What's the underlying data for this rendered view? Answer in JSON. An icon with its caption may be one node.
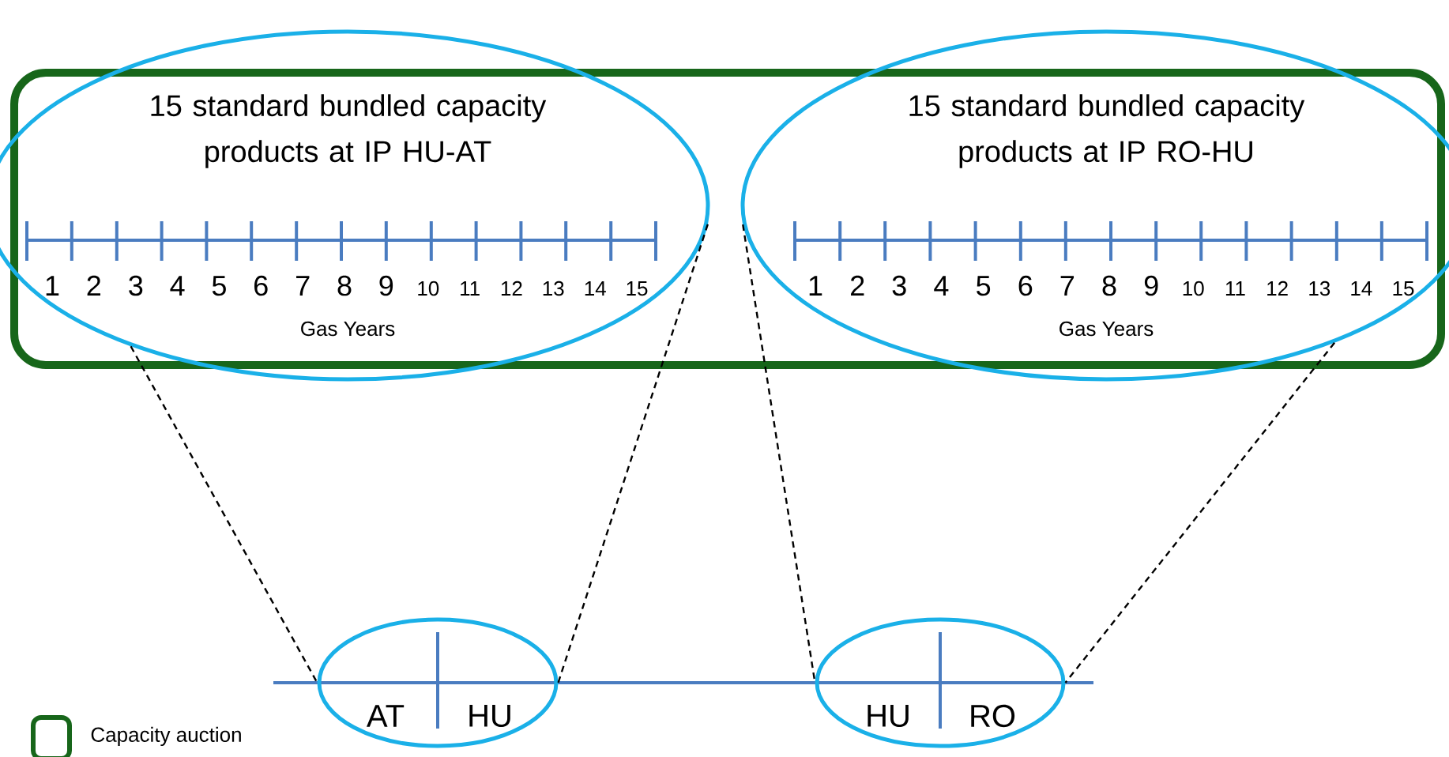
{
  "diagram": {
    "nodes": [
      {
        "text": [],
        "shape": "box"
      },
      {
        "text": [
          "15 standard bundled capacity products at IP HU-AT",
          "1",
          "2",
          "3",
          "4",
          "5",
          "6",
          "7",
          "8",
          "9",
          "10",
          "11",
          "12",
          "13",
          "14",
          "15",
          "Gas Years"
        ]
      },
      {
        "text": [
          "15 standard bundled capacity products at IP RO-HU",
          "1",
          "2",
          "3",
          "4",
          "5",
          "6",
          "7",
          "8",
          "9",
          "10",
          "11",
          "12",
          "13",
          "14",
          "15",
          "Gas Years"
        ]
      },
      {
        "text": [
          "AT",
          "HU"
        ]
      },
      {
        "text": [
          "HU",
          "RO"
        ]
      }
    ],
    "edges": [
      {
        "from": 1,
        "to": 3,
        "arrow": "none",
        "style": "dashed"
      },
      {
        "from": 1,
        "to": 3,
        "arrow": "none",
        "style": "dashed"
      },
      {
        "from": 2,
        "to": 4,
        "arrow": "none",
        "style": "dashed"
      },
      {
        "from": 2,
        "to": 4,
        "arrow": "none",
        "style": "dashed"
      }
    ],
    "legend": [
      {
        "text": "Capacity auction"
      }
    ]
  }
}
